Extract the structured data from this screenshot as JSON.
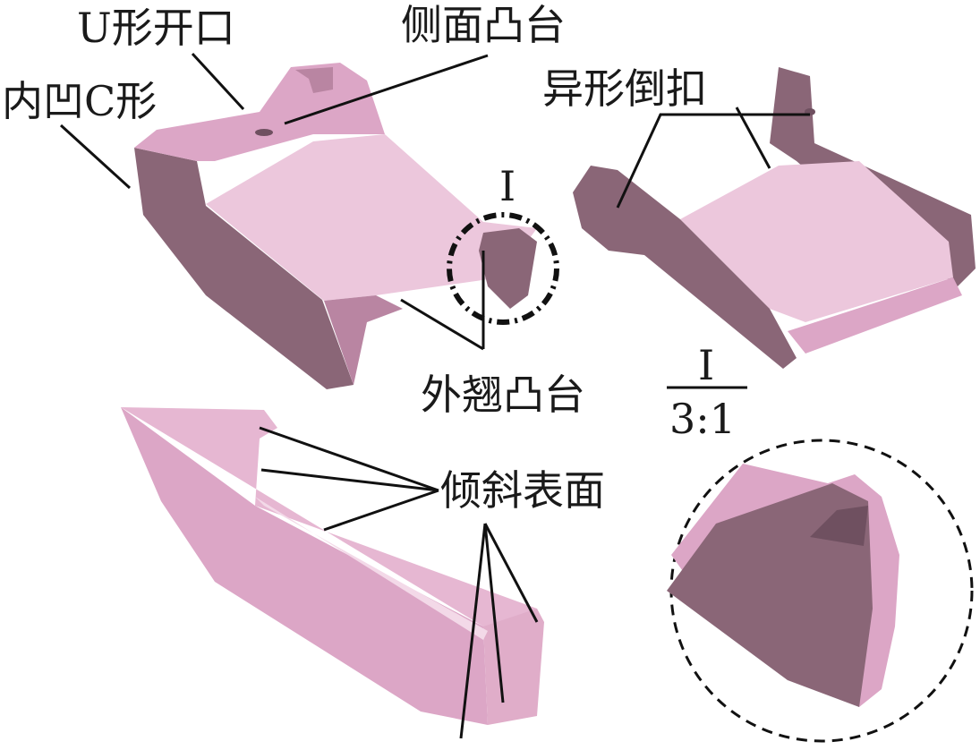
{
  "colors": {
    "part_light": "#ecc7dc",
    "part_mid": "#dca6c6",
    "part_dark": "#8a6677",
    "part_darker": "#6f5060",
    "leader": "#111111"
  },
  "labels": {
    "u_opening": "U形开口",
    "side_boss": "侧面凸台",
    "inner_c": "内凹C形",
    "odd_undercut": "异形倒扣",
    "detail_mark": "I",
    "outward_boss": "外翘凸台",
    "scale_top": "I",
    "scale_bottom": "3:1",
    "inclined_surface": "倾斜表面"
  }
}
